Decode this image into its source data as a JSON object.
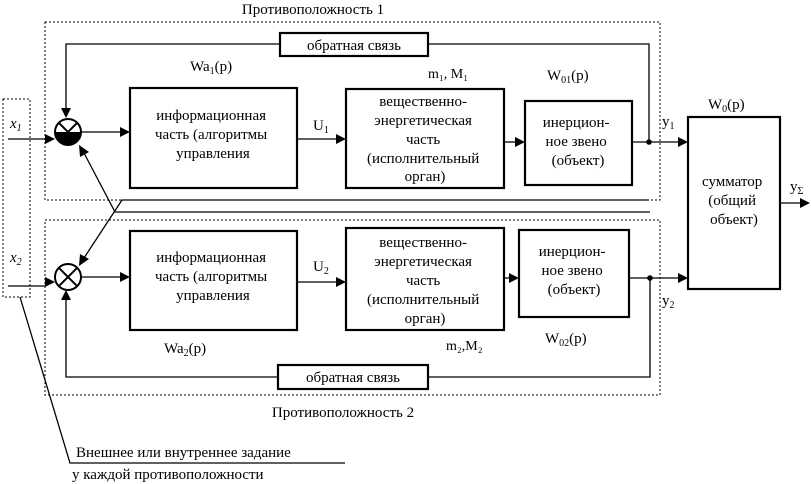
{
  "diagram": {
    "contradiction_1_label": "Противоположность 1",
    "contradiction_2_label": "Противоположность 2",
    "feedback_label": "обратная связь",
    "info_block_text": [
      "информационная",
      "часть (алгоритмы",
      "управления"
    ],
    "energy_block_text": [
      "вещественно-",
      "энергетическая",
      "часть",
      "(исполнительный",
      "орган)"
    ],
    "inertial_block_text": [
      "инерцион-",
      "ное звено",
      "(объект)"
    ],
    "summator_text": [
      "сумматор",
      "(общий",
      "объект)"
    ],
    "transfer_fn_a1": "Wa",
    "transfer_fn_a1_sub": "1",
    "transfer_fn_a1_arg": "(p)",
    "transfer_fn_a2": "Wa",
    "transfer_fn_a2_sub": "2",
    "transfer_fn_a2_arg": "(p)",
    "transfer_fn_01": "W",
    "transfer_fn_01_sub": "01",
    "transfer_fn_01_arg": "(p)",
    "transfer_fn_02": "W",
    "transfer_fn_02_sub": "02",
    "transfer_fn_02_arg": "(p)",
    "transfer_fn_0": "W",
    "transfer_fn_0_sub": "0",
    "transfer_fn_0_arg": "(p)",
    "params_1": "m₁, M₁",
    "params_2": "m₂,M₂",
    "signal_u1": "U",
    "signal_u1_sub": "1",
    "signal_u2": "U",
    "signal_u2_sub": "2",
    "input_x1": "x",
    "input_x1_sub": "1",
    "input_x2": "x",
    "input_x2_sub": "2",
    "output_y1": "y",
    "output_y1_sub": "1",
    "output_y2": "y",
    "output_y2_sub": "2",
    "output_ysum": "y",
    "output_ysum_sub": "Σ",
    "external_task_label": [
      "Внешнее или внутреннее задание",
      "у каждой противоположности"
    ]
  }
}
